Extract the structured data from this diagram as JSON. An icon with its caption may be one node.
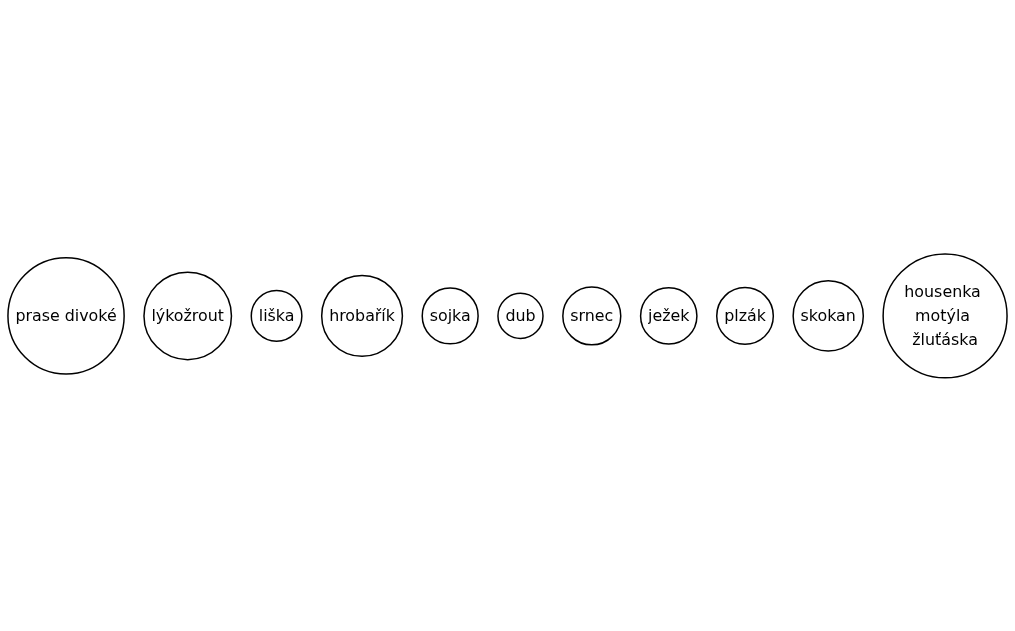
{
  "diagram": {
    "nodes": [
      {
        "text": [
          "prase divoké"
        ]
      },
      {
        "text": [
          "lýkožrout"
        ]
      },
      {
        "text": [
          "liška"
        ]
      },
      {
        "text": [
          "hrobařík"
        ]
      },
      {
        "text": [
          "sojka"
        ]
      },
      {
        "text": [
          "dub"
        ]
      },
      {
        "text": [
          "srnec"
        ]
      },
      {
        "text": [
          "ježek"
        ]
      },
      {
        "text": [
          "plzák"
        ]
      },
      {
        "text": [
          "skokan"
        ]
      },
      {
        "text": [
          "housenka motýla žluťáska"
        ]
      }
    ]
  }
}
